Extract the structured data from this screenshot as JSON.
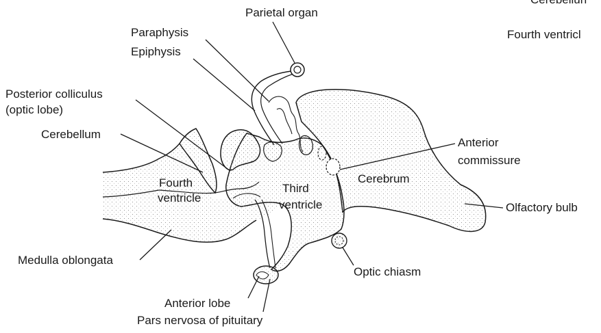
{
  "labels": {
    "parietal_organ": "Parietal organ",
    "paraphysis": "Paraphysis",
    "epiphysis": "Epiphysis",
    "posterior_colliculus": "Posterior colliculus",
    "optic_lobe": "(optic lobe)",
    "cerebellum": "Cerebellum",
    "fourth_ventricle_1": "Fourth",
    "fourth_ventricle_2": "ventricle",
    "third_ventricle_1": "Third",
    "third_ventricle_2": "ventricle",
    "cerebrum": "Cerebrum",
    "anterior_commissure_1": "Anterior",
    "anterior_commissure_2": "commissure",
    "olfactory_bulb": "Olfactory bulb",
    "optic_chiasm": "Optic chiasm",
    "medulla_oblongata": "Medulla oblongata",
    "anterior_lobe": "Anterior lobe",
    "pars_nervosa": "Pars nervosa of pituitary",
    "corner_cerebellum": "Cerebellun",
    "corner_fourth_ventricle": "Fourth ventricl"
  },
  "colors": {
    "ink": "#1a1a1a",
    "stipple": "#777777",
    "background": "#ffffff"
  }
}
